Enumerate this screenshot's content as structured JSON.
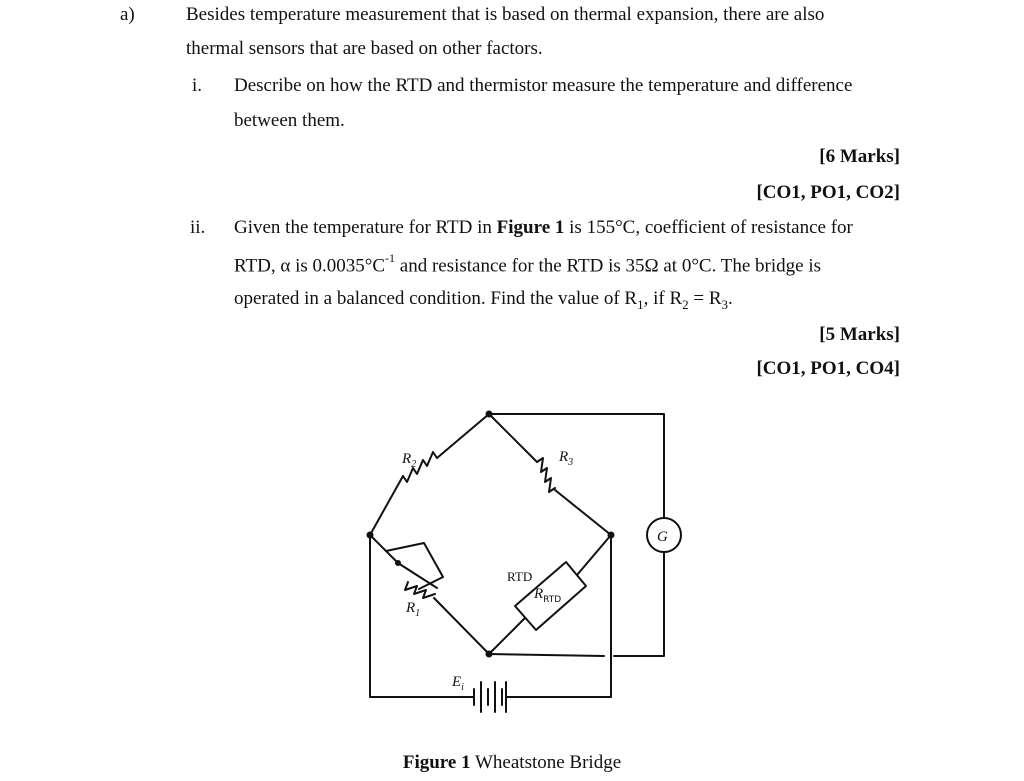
{
  "question": {
    "part_label": "a)",
    "intro_line1": "Besides temperature measurement that is based on thermal expansion, there are also",
    "intro_line2": "thermal sensors that are based on other factors.",
    "sub_i": {
      "label": "i.",
      "line1": "Describe on how the RTD and thermistor measure the temperature and difference",
      "line2": "between them.",
      "marks": "[6 Marks]",
      "outcomes": "[CO1, PO1, CO2]"
    },
    "sub_ii": {
      "label": "ii.",
      "line1_pre": "Given the temperature for RTD in ",
      "line1_fig": "Figure 1",
      "line1_post": " is 155°C, coefficient of resistance for",
      "line2_pre": "RTD, α is 0.0035°C",
      "line2_sup": "-1",
      "line2_post": " and resistance for the RTD is 35Ω at 0°C. The bridge is",
      "line3_pre": "operated in a balanced condition. Find the value of R",
      "line3_sub1": "1",
      "line3_mid": ", if R",
      "line3_sub2": "2",
      "line3_eq": " = R",
      "line3_sub3": "3",
      "line3_end": ".",
      "marks": "[5 Marks]",
      "outcomes": "[CO1, PO1, CO4]"
    }
  },
  "figure": {
    "labels": {
      "r2": "R",
      "r2_sub": "2",
      "r3": "R",
      "r3_sub": "3",
      "r1": "R",
      "r1_sub": "1",
      "rtd": "RTD",
      "rrtd": "R",
      "rrtd_sub": "RTD",
      "galvanometer": "G",
      "source": "E",
      "source_sub": "i"
    },
    "caption_bold": "Figure 1",
    "caption_text": " Wheatstone Bridge"
  }
}
